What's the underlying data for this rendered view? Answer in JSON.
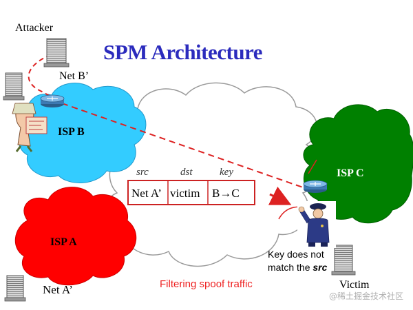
{
  "title": "SPM Architecture",
  "nodes": {
    "attacker": "Attacker",
    "net_b": "Net B’",
    "net_a": "Net A’",
    "victim": "Victim"
  },
  "clouds": {
    "isp_a": "ISP A",
    "isp_b": "ISP B",
    "isp_c": "ISP C"
  },
  "packet": {
    "headers": [
      "src",
      "dst",
      "key"
    ],
    "values": [
      "Net A’",
      "victim",
      "B→C"
    ]
  },
  "note": {
    "line1": "Key does not",
    "line2_prefix": "match the ",
    "line2_emphasis": "src"
  },
  "caption": "Filtering spoof traffic",
  "watermark": "@稀土掘金技术社区",
  "colors": {
    "title": "#2b2bbd",
    "isp_a": "#ff0000",
    "isp_b": "#33ccff",
    "isp_c": "#008000",
    "attack_path": "#dd2222",
    "packet_border": "#cc2222"
  }
}
